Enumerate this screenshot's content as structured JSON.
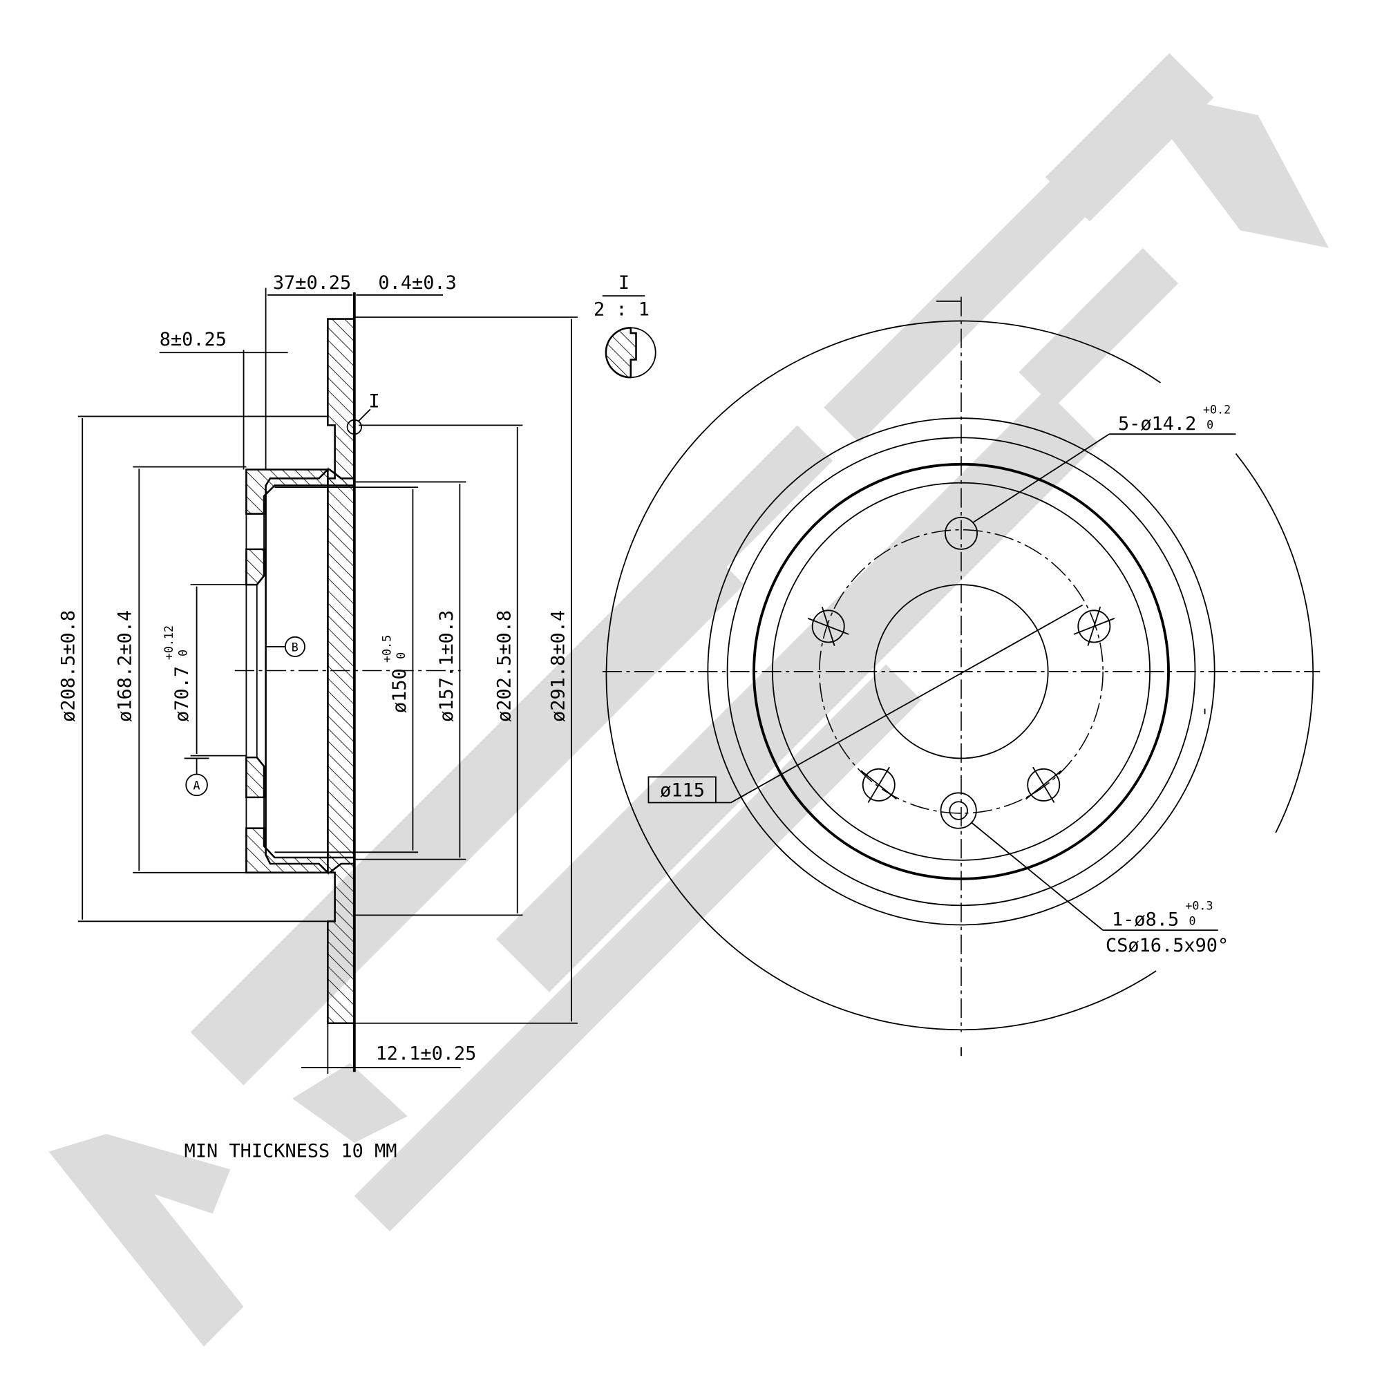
{
  "watermark": "ZENNEK",
  "section_view": {
    "dims": {
      "offset": "37±0.25",
      "runout": "0.4±0.3",
      "hat_thickness": "8±0.25",
      "d208": "ø208.5±0.8",
      "d168": "ø168.2±0.4",
      "d70_base": "ø70.7",
      "d70_tol_up": "+0.12",
      "d70_tol_low": "0",
      "d150_base": "ø150",
      "d150_tol_up": "+0.5",
      "d150_tol_low": "0",
      "d157": "ø157.1±0.3",
      "d202": "ø202.5±0.8",
      "d291": "ø291.8±0.4",
      "thickness": "12.1±0.25"
    },
    "datum_a": "A",
    "datum_b": "B",
    "detail_ref": "I",
    "note": "MIN THICKNESS 10 MM"
  },
  "detail": {
    "label": "I",
    "scale": "2 : 1"
  },
  "front_view": {
    "bolt_holes_base": "5-ø14.2",
    "bolt_holes_tol_up": "+0.2",
    "bolt_holes_tol_low": "0",
    "pcd": "ø115",
    "screw_hole_base": "1-ø8.5",
    "screw_hole_tol_up": "+0.3",
    "screw_hole_tol_low": "0",
    "countersink": "CSø16.5x90°"
  }
}
